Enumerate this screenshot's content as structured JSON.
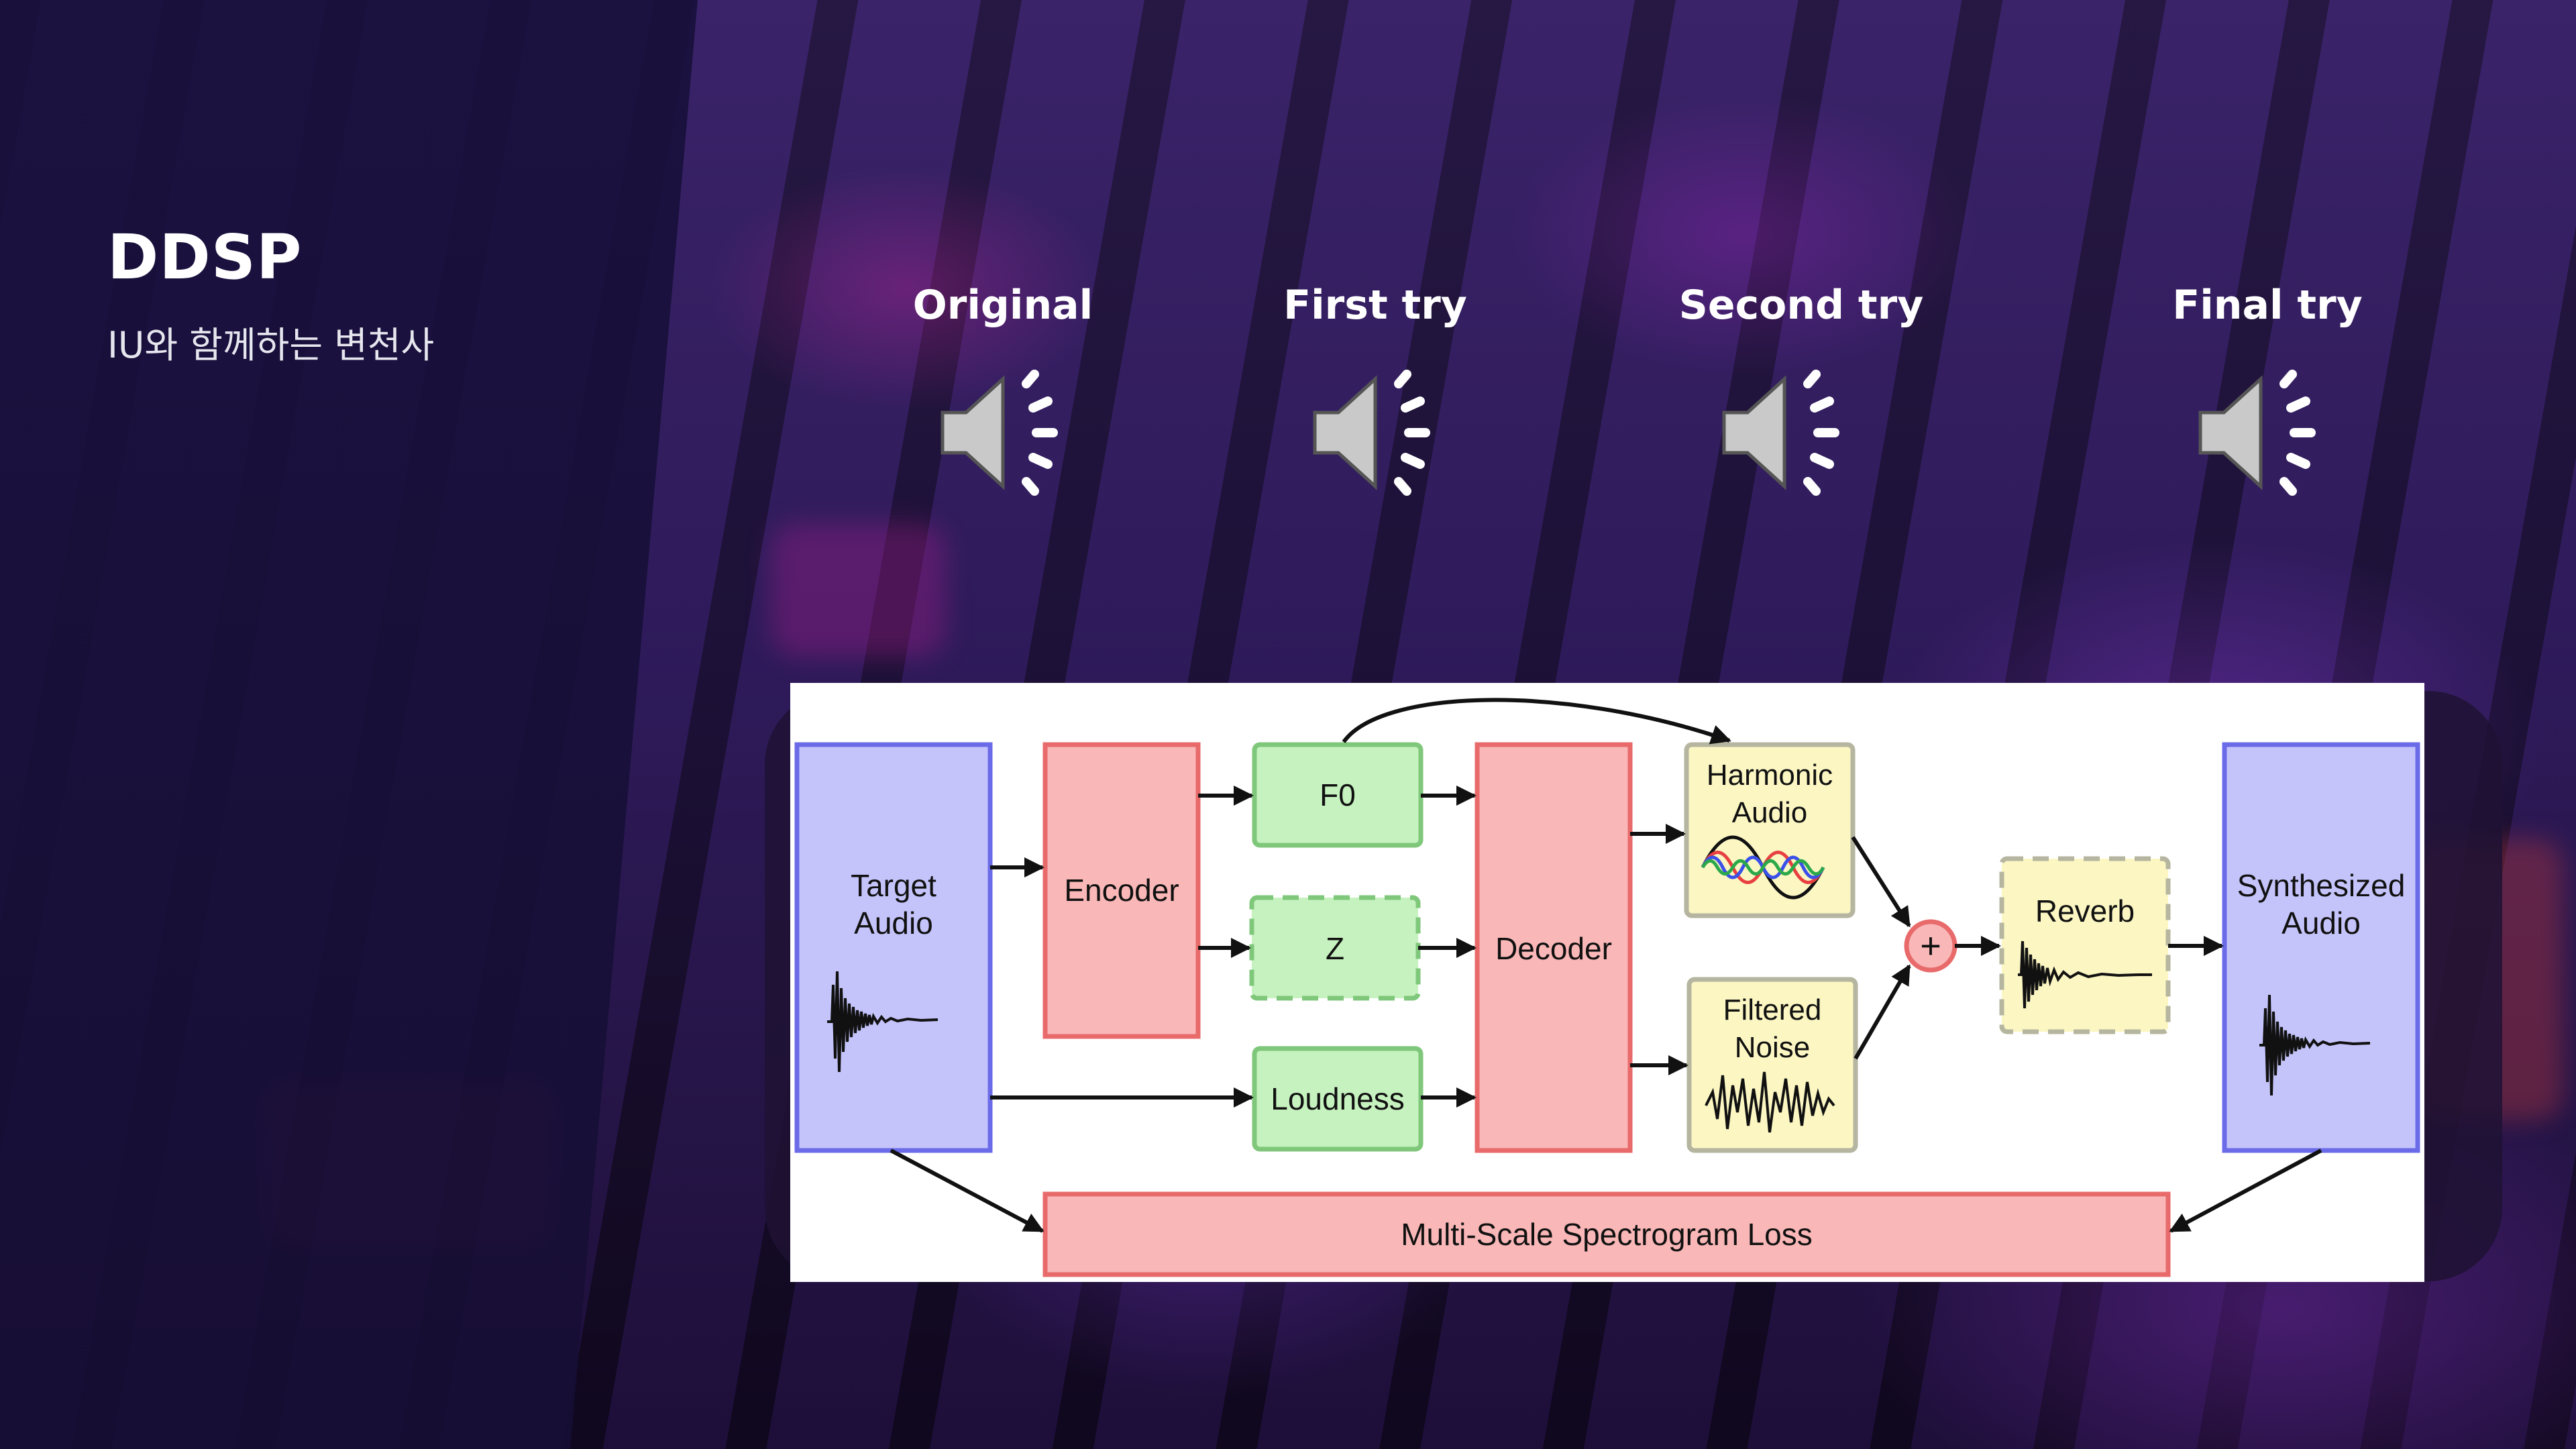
{
  "slide": {
    "title": "DDSP",
    "subtitle": "IU와 함께하는 변천사"
  },
  "audio_clips": [
    {
      "label": "Original",
      "icon": "speaker-icon"
    },
    {
      "label": "First try",
      "icon": "speaker-icon"
    },
    {
      "label": "Second try",
      "icon": "speaker-icon"
    },
    {
      "label": "Final try",
      "icon": "speaker-icon"
    }
  ],
  "diagram": {
    "target_audio_line1": "Target",
    "target_audio_line2": "Audio",
    "encoder": "Encoder",
    "f0": "F0",
    "z": "Z",
    "loudness": "Loudness",
    "decoder": "Decoder",
    "harmonic_line1": "Harmonic",
    "harmonic_line2": "Audio",
    "filtered_line1": "Filtered",
    "filtered_line2": "Noise",
    "plus": "+",
    "reverb": "Reverb",
    "synth_line1": "Synthesized",
    "synth_line2": "Audio",
    "loss": "Multi-Scale Spectrogram Loss"
  },
  "colors": {
    "blue_box": "#c4c4fb",
    "blue_border": "#6b6be8",
    "red_box": "#f9b7b7",
    "red_border": "#e86a6a",
    "green_box": "#c6f2bf",
    "green_border": "#7fc77a",
    "yellow_box": "#fbf6c2",
    "yellow_border": "#b5b5a0"
  }
}
